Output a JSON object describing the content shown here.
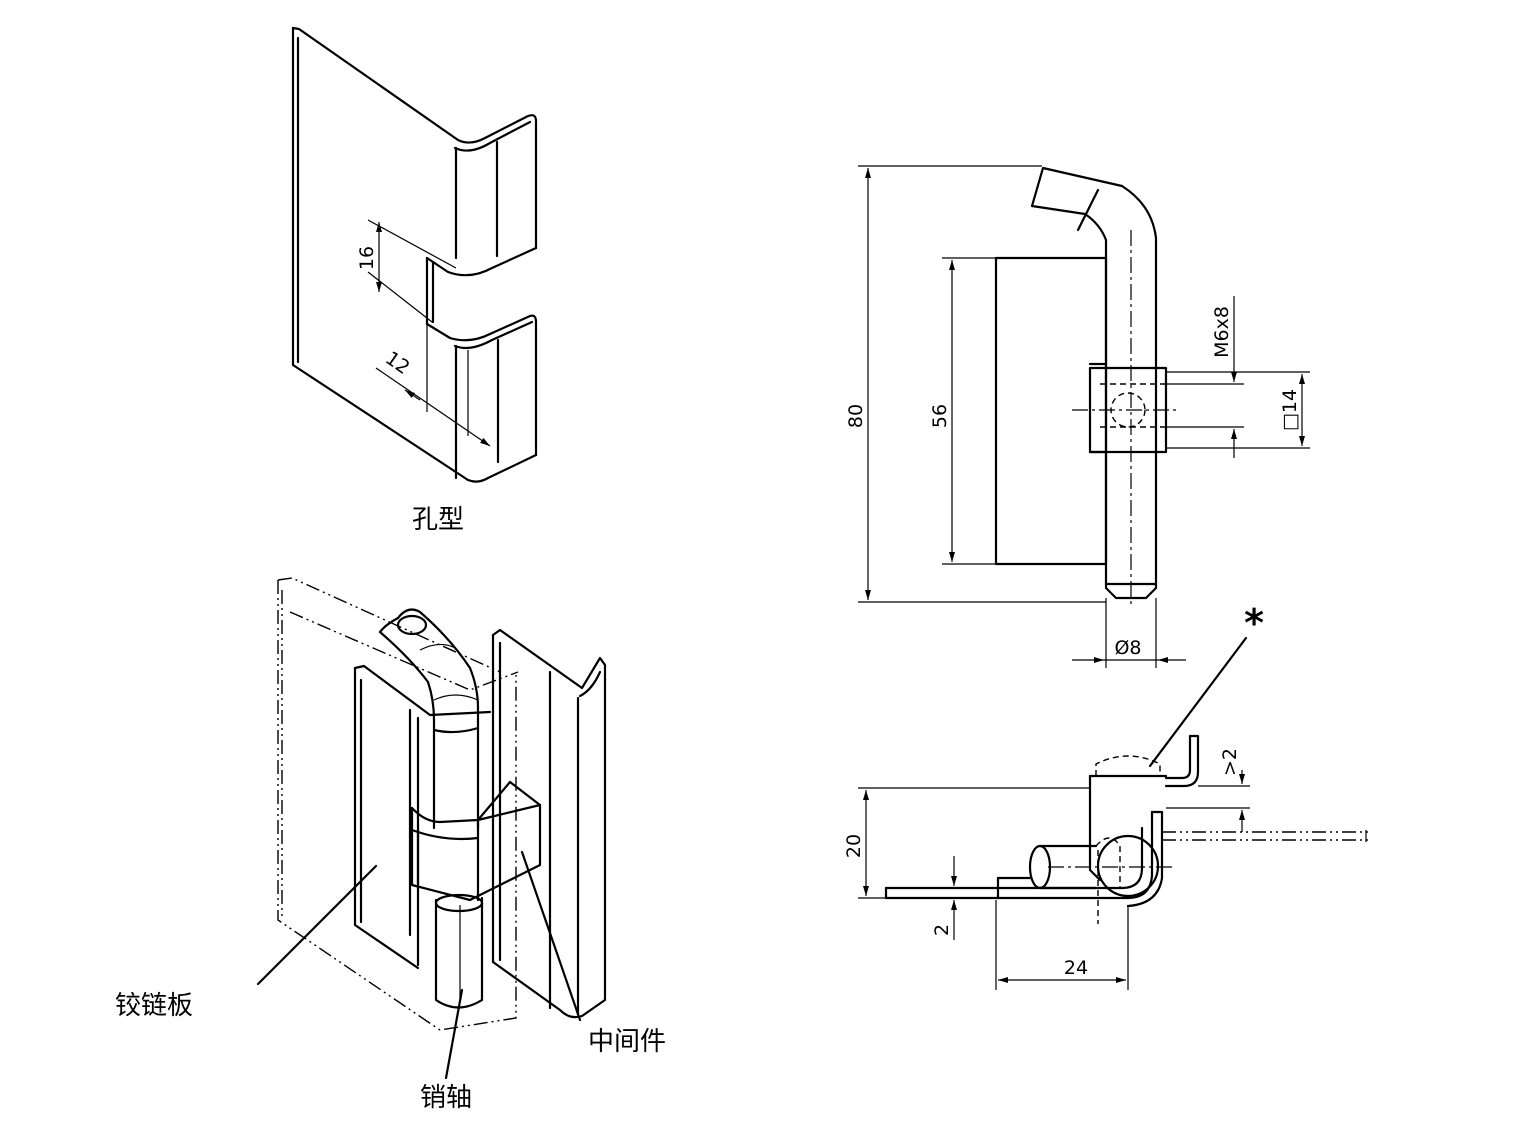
{
  "labels": {
    "hole_type": "孔型",
    "hinge_plate": "铰链板",
    "pin": "销轴",
    "middle_piece": "中间件",
    "note_marker": "*"
  },
  "dimensions": {
    "slot_height": "16",
    "slot_depth": "12",
    "overall_length": "80",
    "plate_length": "56",
    "thread": "M6x8",
    "square": "□14",
    "pin_diameter": "Ø8",
    "gap_min": ">2",
    "height": "20",
    "thickness": "2",
    "width": "24"
  }
}
